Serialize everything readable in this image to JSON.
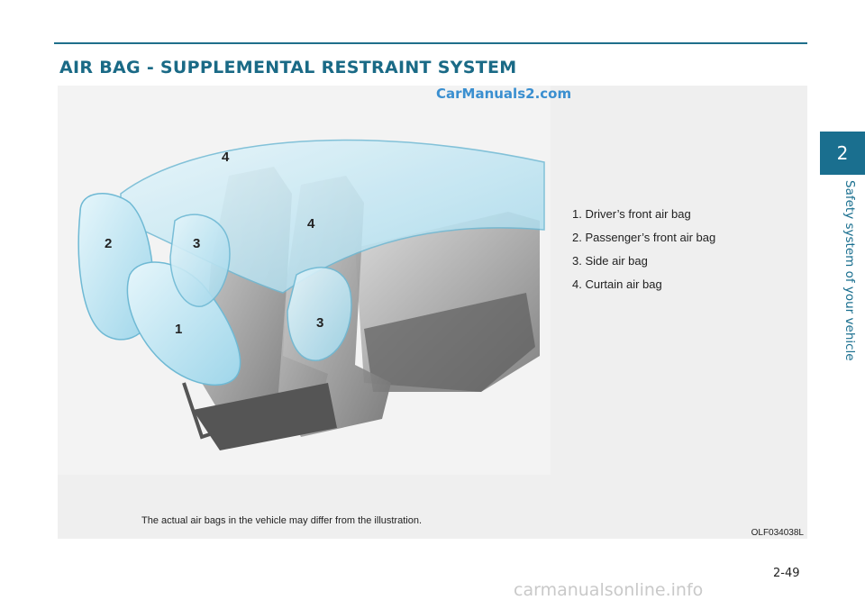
{
  "header": {
    "title": "AIR BAG - SUPPLEMENTAL RESTRAINT SYSTEM"
  },
  "sidebar": {
    "chapter_number": "2",
    "chapter_title": "Safety system of your vehicle"
  },
  "figure": {
    "watermark": "CarManuals2.com",
    "callouts": [
      "1",
      "2",
      "3",
      "3",
      "4",
      "4"
    ],
    "legend": [
      "1. Driver’s front air bag",
      "2. Passenger’s front air bag",
      "3. Side air bag",
      "4. Curtain air bag"
    ],
    "caption": "The actual air bags in the vehicle may differ from the illustration.",
    "code": "OLF034038L"
  },
  "footer": {
    "page_number": "2-49",
    "watermark": "carmanualsonline.info"
  },
  "colors": {
    "accent": "#1a6f8f",
    "airbag": "#bfe6f2",
    "seat": "#7a7a7a"
  }
}
